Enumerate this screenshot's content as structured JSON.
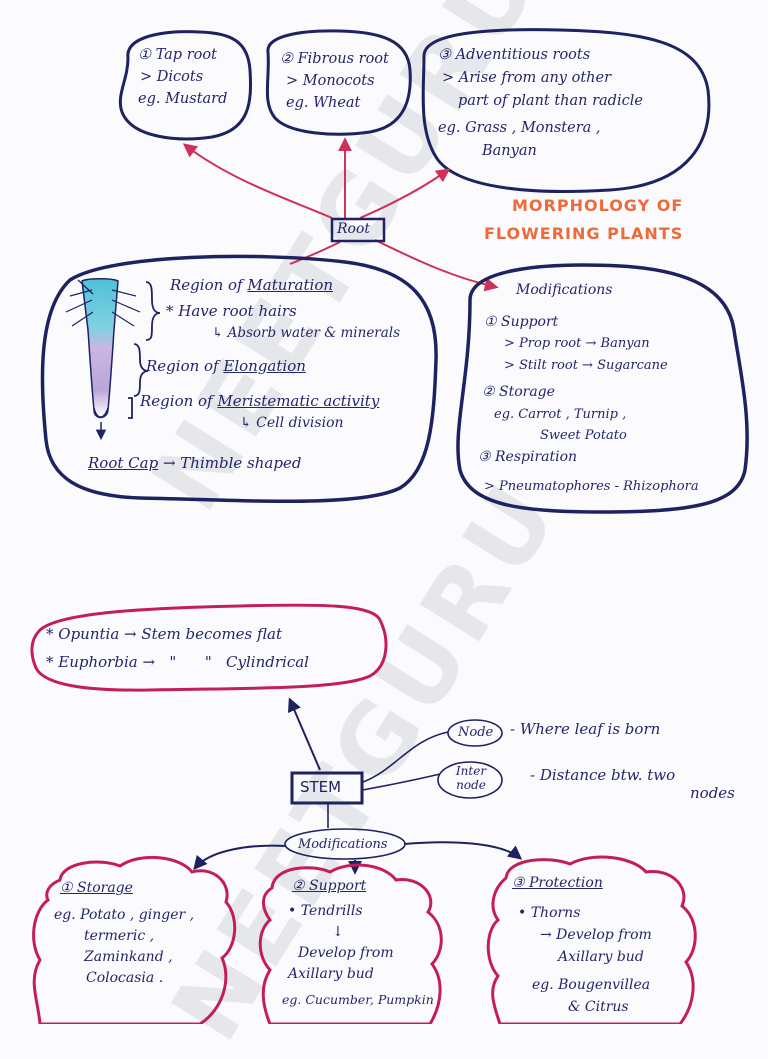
{
  "watermark": "NEETGURU",
  "title": {
    "line1": "MORPHOLOGY OF",
    "line2": "FLOWERING PLANTS"
  },
  "root": {
    "label": "Root",
    "tap": {
      "heading": "① Tap root",
      "line1": "> Dicots",
      "line2": "eg. Mustard"
    },
    "fibrous": {
      "heading": "② Fibrous root",
      "line1": "> Monocots",
      "line2": "eg. Wheat"
    },
    "adventitious": {
      "heading": "③ Adventitious roots",
      "line1": "> Arise from any other",
      "line2": "part of plant than radicle",
      "line3": "eg. Grass , Monstera ,",
      "line4": "Banyan"
    },
    "regions": {
      "maturation_prefix": "Region of ",
      "maturation": "Maturation",
      "hairs": "* Have root hairs",
      "absorb": "↳ Absorb water & minerals",
      "elongation_prefix": "Region of ",
      "elongation": "Elongation",
      "meristem_prefix": "Region of ",
      "meristem": "Meristematic activity",
      "division": "↳ Cell division",
      "cap": "Root Cap",
      "cap_desc": "→ Thimble shaped"
    },
    "modifications": {
      "heading": "Modifications",
      "support": "① Support",
      "prop": "> Prop root → Banyan",
      "stilt": "> Stilt root → Sugarcane",
      "storage": "② Storage",
      "storage_eg": "eg. Carrot , Turnip ,",
      "storage_eg2": "Sweet Potato",
      "respiration": "③ Respiration",
      "pneumato": "> Pneumatophores - Rhizophora"
    }
  },
  "stem": {
    "label": "STEM",
    "opuntia": "* Opuntia → Stem becomes flat",
    "euphorbia": "* Euphorbia →   \"      \"   Cylindrical",
    "node": "Node",
    "node_desc": "- Where leaf is born",
    "internode": "Inter node",
    "internode_desc": "- Distance btw. two",
    "internode_desc2": "nodes",
    "modifications": "Modifications",
    "storage": {
      "heading": "① Storage",
      "line1": "eg. Potato , ginger ,",
      "line2": "termeric ,",
      "line3": "Zaminkand ,",
      "line4": "Colocasia ."
    },
    "support": {
      "heading": "② Support",
      "line1": "• Tendrills",
      "arrow": "↓",
      "line2": "Develop from",
      "line3": "Axillary bud",
      "line4": "eg. Cucumber, Pumpkin"
    },
    "protection": {
      "heading": "③ Protection",
      "line1": "• Thorns",
      "line2": "→ Develop from",
      "line3": "Axillary bud",
      "line4": "eg. Bougenvillea",
      "line5": "& Citrus"
    }
  },
  "colors": {
    "ink": "#1e2260",
    "stem_bubble": "#c41e5a",
    "arrow": "#d0305a",
    "title": "#ef6a3a",
    "root_tip_blue": "#4fc1d8",
    "root_tip_purple": "#b9a6d8"
  }
}
